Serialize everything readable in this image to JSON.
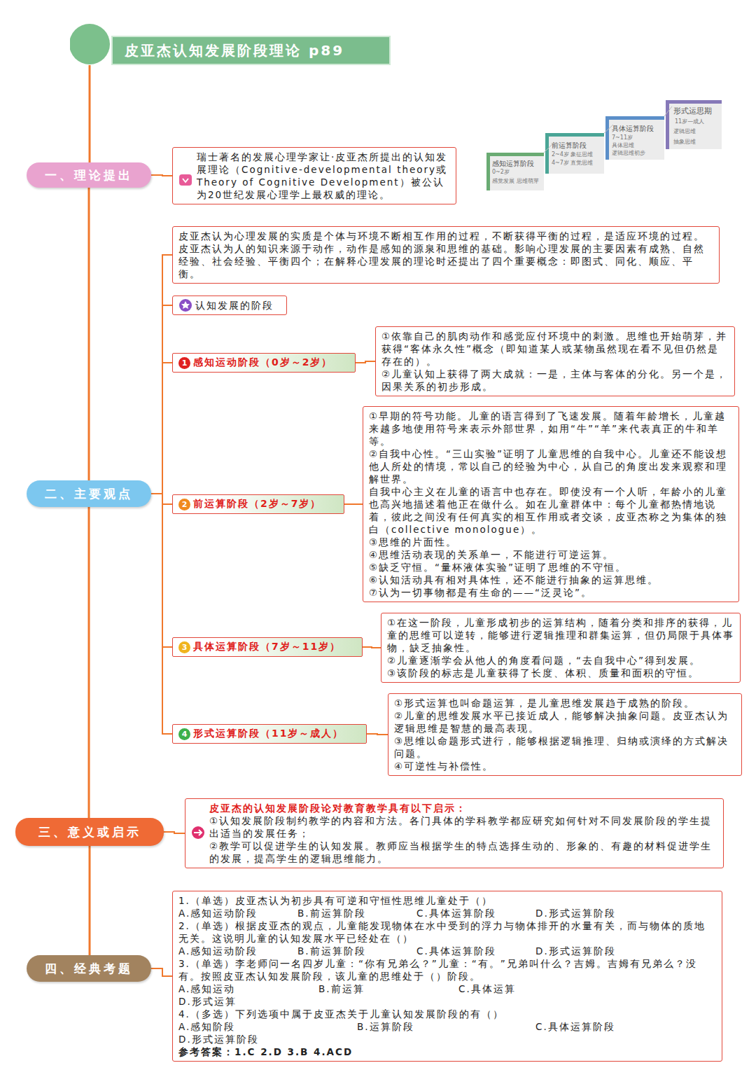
{
  "diagram": {
    "title": "皮亚杰认知发展阶段理论 p89",
    "nodes": [
      {
        "text": [
          "皮亚杰认知发展阶段理论 p89"
        ]
      },
      {
        "text": [
          "一、理论提出"
        ]
      },
      {
        "text": [
          "瑞士著名的发展心理学家让·皮亚杰所提出的认知发展理论（Cognitive-developmental theory或Theory of Cognitive Development）被公认为20世纪发展心理学上最权威的理论。"
        ]
      },
      {
        "text": [
          "二、主要观点"
        ]
      },
      {
        "text": [
          "皮亚杰认为心理发展的实质是个体与环境不断相互作用的过程，不断获得平衡的过程，是适应环境的过程。皮亚杰认为人的知识来源于动作，动作是感知的源泉和思维的基础。影响心理发展的主要因素有成熟、自然经验、社会经验、平衡四个；在解释心理发展的理论时还提出了四个重要概念：即图式、同化、顺应、平衡。"
        ]
      },
      {
        "text": [
          "认知发展的阶段"
        ]
      },
      {
        "text": [
          "1",
          "感知运动阶段（0岁～2岁）"
        ]
      },
      {
        "text": [
          "①依靠自己的肌肉动作和感觉应付环境中的刺激。思维也开始萌芽，并获得“客体永久性”概念（即知道某人或某物虽然现在看不见但仍然是存在的）。",
          "②儿童认知上获得了两大成就：一是，主体与客体的分化。另一个是，因果关系的初步形成。"
        ]
      },
      {
        "text": [
          "2",
          "前运算阶段（2岁～7岁）"
        ]
      },
      {
        "text": [
          "①早期的符号功能。儿童的语言得到了飞速发展。随着年龄增长，儿童越来越多地使用符号来表示外部世界，如用“牛”“羊”来代表真正的牛和羊等。",
          "②自我中心性。“三山实验”证明了儿童思维的自我中心。儿童还不能设想他人所处的情境，常以自己的经验为中心，从自己的角度出发来观察和理解世界。",
          "自我中心主义在儿童的语言中也存在。即使没有一个人听，年龄小的儿童也高兴地描述着他正在做什么。如在儿童群体中：每个儿童都热情地说着，彼此之间没有任何真实的相互作用或者交谈，皮亚杰称之为集体的独白（collective monologue）。",
          "③思维的片面性。",
          "④思维活动表现的关系单一，不能进行可逆运算。",
          "⑤缺乏守恒。“量杯液体实验”证明了思维的不守恒。",
          "⑥认知活动具有相对具体性，还不能进行抽象的运算思维。",
          "⑦认为一切事物都是有生命的——“泛灵论”。"
        ]
      },
      {
        "text": [
          "3",
          "具体运算阶段（7岁～11岁）"
        ]
      },
      {
        "text": [
          "①在这一阶段，儿童形成初步的运算结构，随着分类和排序的获得，儿童的思维可以逆转，能够进行逻辑推理和群集运算，但仍局限于具体事物，缺乏抽象性。",
          "②儿童逐渐学会从他人的角度看问题，“去自我中心”得到发展。",
          "③该阶段的标志是儿童获得了长度、体积、质量和面积的守恒。"
        ]
      },
      {
        "text": [
          "4",
          "形式运算阶段（11岁～成人）"
        ]
      },
      {
        "text": [
          "①形式运算也叫命题运算，是儿童思维发展趋于成熟的阶段。",
          "②儿童的思维发展水平已接近成人，能够解决抽象问题。皮亚杰认为逻辑思维是智慧的最高表现。",
          "③思维以命题形式进行，能够根据逻辑推理、归纳或演绎的方式解决问题。",
          "④可逆性与补偿性。"
        ]
      },
      {
        "text": [
          "三、意义或启示"
        ]
      },
      {
        "text": [
          "皮亚杰的认知发展阶段论对教育教学具有以下启示：",
          "①认知发展阶段制约教学的内容和方法。各门具体的学科教学都应研究如何针对不同发展阶段的学生提出适当的发展任务；",
          "②教学可以促进学生的认知发展。教师应当根据学生的特点选择生动的、形象的、有趣的材料促进学生的发展，提高学生的逻辑思维能力。"
        ]
      },
      {
        "text": [
          "四、经典考题"
        ]
      },
      {
        "text": [
          "1.（单选）皮亚杰认为初步具有可逆和守恒性思维儿童处于（）",
          "A.感知运动阶段",
          "B.前运算阶段",
          "C.具体运算阶段",
          "D.形式运算阶段",
          "2.（单选）根据皮亚杰的观点，儿童能发现物体在水中受到的浮力与物体排开的水量有关，而与物体的质地无关。这说明儿童的认知发展水平已经处在（）",
          "A.感知运动阶段",
          "B.前运算阶段",
          "C.具体运算阶段",
          "D.形式运算阶段",
          "3.（单选）李老师问一名四岁儿童：“你有兄弟么？”儿童：“有。”兄弟叫什么？吉姆。吉姆有兄弟么？没有。按照皮亚杰认知发展阶段，该儿童的思维处于（）阶段。",
          "A.感知运动",
          "B.前运算",
          "C.具体运算",
          "D.形式运算",
          "4.（多选）下列选项中属于皮亚杰关于儿童认知发展阶段的有（）",
          "A.感知阶段",
          "B.运算阶段",
          "C.具体运算阶段",
          "D.形式运算阶段",
          "参考答案：1.C 2.D 3.B 4.ACD"
        ]
      }
    ],
    "edges": [
      {
        "from": 0,
        "to": 1,
        "arrow": "none"
      },
      {
        "from": 1,
        "to": 3,
        "arrow": "none"
      },
      {
        "from": 3,
        "to": 14,
        "arrow": "none"
      },
      {
        "from": 14,
        "to": 16,
        "arrow": "none"
      },
      {
        "from": 1,
        "to": 2,
        "arrow": "none"
      },
      {
        "from": 3,
        "to": 4,
        "arrow": "none"
      },
      {
        "from": 3,
        "to": 5,
        "arrow": "none"
      },
      {
        "from": 3,
        "to": 6,
        "arrow": "none"
      },
      {
        "from": 3,
        "to": 8,
        "arrow": "none"
      },
      {
        "from": 3,
        "to": 10,
        "arrow": "none"
      },
      {
        "from": 3,
        "to": 12,
        "arrow": "none"
      },
      {
        "from": 6,
        "to": 7,
        "arrow": "none"
      },
      {
        "from": 8,
        "to": 9,
        "arrow": "none"
      },
      {
        "from": 10,
        "to": 11,
        "arrow": "none"
      },
      {
        "from": 12,
        "to": 13,
        "arrow": "none"
      },
      {
        "from": 14,
        "to": 15,
        "arrow": "none"
      },
      {
        "from": 16,
        "to": 17,
        "arrow": "none"
      }
    ],
    "labels": [
      "感知运算阶段",
      "0~2岁",
      "感觉发展 思维萌芽",
      "前运算阶段",
      "2~4岁 象征思维",
      "4~7岁 直觉思维",
      "具体运算阶段",
      "7~11岁",
      "具体思维",
      "逻辑思维初步",
      "形式运思期",
      "11岁—成人",
      "逻辑思维",
      "抽象思维"
    ]
  }
}
